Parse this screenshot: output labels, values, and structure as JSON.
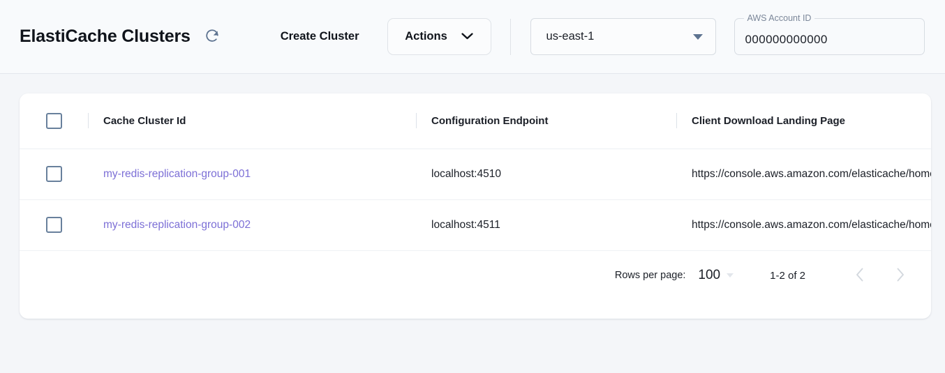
{
  "header": {
    "title": "ElastiCache Clusters",
    "refresh_icon": "refresh-icon",
    "create_cluster_label": "Create Cluster",
    "actions_label": "Actions",
    "actions_caret_icon": "chevron-down-icon",
    "region": {
      "selected": "us-east-1",
      "caret_icon": "dropdown-caret-icon"
    },
    "account": {
      "label": "AWS Account ID",
      "value": "000000000000",
      "placeholder": "AWS Account ID"
    }
  },
  "table": {
    "columns": [
      {
        "key": "select",
        "label": ""
      },
      {
        "key": "cluster_id",
        "label": "Cache Cluster Id"
      },
      {
        "key": "config_endpoint",
        "label": "Configuration Endpoint"
      },
      {
        "key": "landing_page",
        "label": "Client Download Landing Page"
      }
    ],
    "rows": [
      {
        "cluster_id": "my-redis-replication-group-001",
        "config_endpoint": "localhost:4510",
        "landing_page": "https://console.aws.amazon.com/elasticache/home"
      },
      {
        "cluster_id": "my-redis-replication-group-002",
        "config_endpoint": "localhost:4511",
        "landing_page": "https://console.aws.amazon.com/elasticache/home"
      }
    ]
  },
  "pagination": {
    "rows_per_page_label": "Rows per page:",
    "rows_per_page_value": "100",
    "range_label": "1-2 of 2",
    "prev_icon": "chevron-left-icon",
    "next_icon": "chevron-right-icon"
  },
  "colors": {
    "link": "#7c6fd6",
    "page_bg": "#f4f6f9",
    "card_bg": "#ffffff",
    "checkbox_border": "#68809c"
  }
}
